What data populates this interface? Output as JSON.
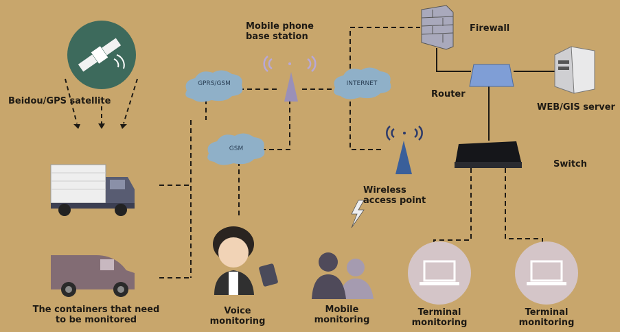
{
  "labels": {
    "satellite": "Beidou/GPS satellite",
    "base_station": "Mobile phone base station",
    "firewall": "Firewall",
    "router": "Router",
    "server": "WEB/GIS server",
    "switch": "Switch",
    "wireless_ap": "Wireless access point",
    "containers": "The containers that need to be monitored",
    "voice": "Voice monitoring",
    "mobile": "Mobile monitoring",
    "terminal_1": "Terminal monitoring",
    "terminal_2": "Terminal monitoring"
  },
  "clouds": {
    "gprs_gsm": "GPRS/GSM",
    "gsm": "GSM",
    "internet": "INTERNET"
  },
  "colors": {
    "background": "#c8a66c",
    "cloud": "#8fb0c8",
    "antenna": "#9a90b8",
    "icon_circle": "#d4c5c8",
    "satellite_circle": "#3d6a5c",
    "van": "#826c74"
  }
}
